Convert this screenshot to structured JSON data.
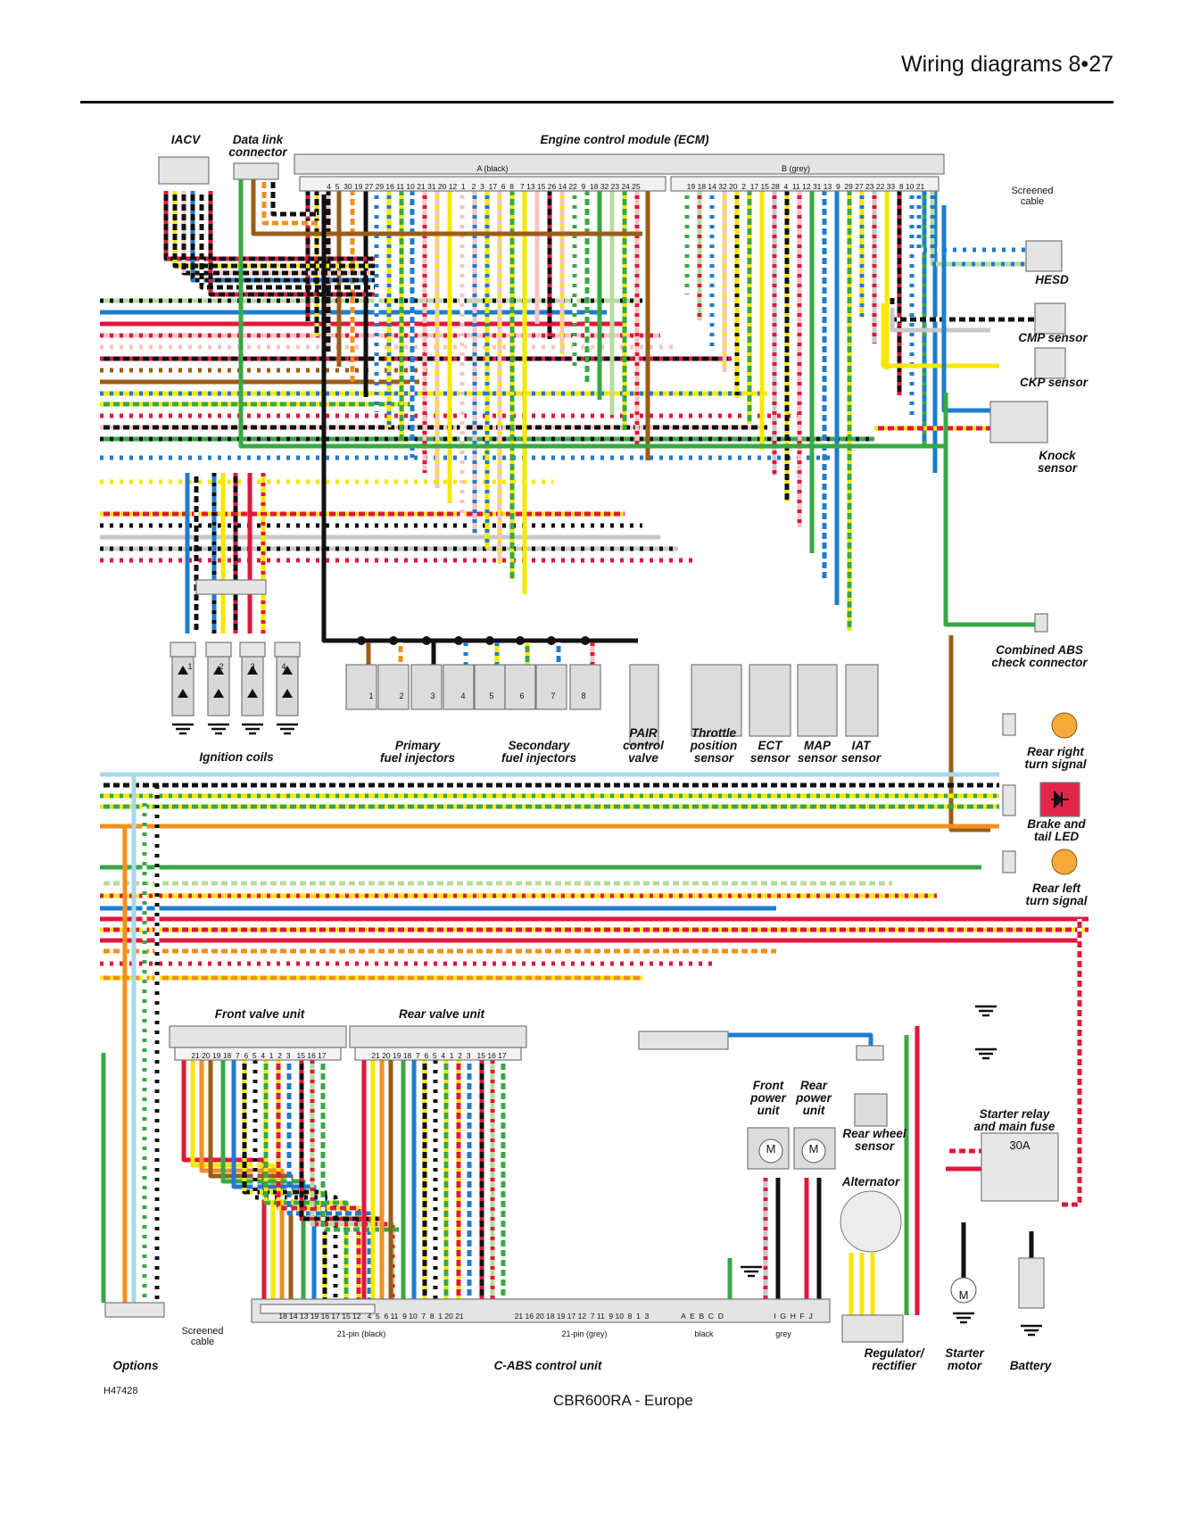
{
  "header": {
    "title": "Wiring diagrams  8•27"
  },
  "footer": {
    "ref": "H47428",
    "model": "CBR600RA - Europe"
  },
  "colors": {
    "black": "#111111",
    "red": "#e2173b",
    "blue": "#1f7ccc",
    "green": "#38a845",
    "yellow": "#f6e800",
    "pink": "#f5c4c4",
    "brown": "#9a5d18",
    "orange": "#f0901e",
    "grey": "#c8c8c8",
    "light_green": "#b6dca0",
    "light_blue": "#a6d8ec",
    "white": "#ffffff"
  },
  "components": {
    "iacv": "IACV",
    "data_link": "Data link\nconnector",
    "ecm": "Engine control module (ECM)",
    "ecm_a": "A (black)",
    "ecm_b": "B (grey)",
    "ecm_a_pins": "4  5  30 19 27 29 16 11 10 21 31 20 12  1   2  3  17  6  8   7 13 15 26 14 22  9  18 32 23 24 25",
    "ecm_b_pins": "19 18 14 32 20  2  17 15 28  4  11 12 31 13  9  29 27 23 22 33  8 10 21",
    "screened_cable_top": "Screened\ncable",
    "hesd": "HESD",
    "cmp": "CMP sensor",
    "ckp": "CKP sensor",
    "knock": "Knock\nsensor",
    "ignition_coils": "Ignition coils",
    "coil_numbers": [
      "1",
      "2",
      "3",
      "4"
    ],
    "injector_numbers": [
      "1",
      "2",
      "3",
      "4",
      "5",
      "6",
      "7",
      "8"
    ],
    "primary_injectors": "Primary\nfuel injectors",
    "secondary_injectors": "Secondary\nfuel injectors",
    "pair": "PAIR\ncontrol\nvalve",
    "tps": "Throttle\nposition\nsensor",
    "ect": "ECT\nsensor",
    "map": "MAP\nsensor",
    "iat": "IAT\nsensor",
    "combined_abs": "Combined ABS\ncheck connector",
    "rear_right": "Rear right\nturn signal",
    "brake_tail": "Brake and\ntail LED",
    "rear_left": "Rear left\nturn signal",
    "front_valve": "Front valve unit",
    "rear_valve": "Rear valve unit",
    "front_valve_pins": "21 20 19 18  7  6  5  4  1  2  3   15 16 17",
    "rear_valve_pins": "21 20 19 18  7  6  5  4  1  2  3   15 16 17",
    "front_power": "Front\npower\nunit",
    "rear_power": "Rear\npower\nunit",
    "rear_wheel_sensor": "Rear wheel\nsensor",
    "alternator": "Alternator",
    "starter_relay": "Starter relay\nand main fuse",
    "fuse_rating": "30A",
    "regulator": "Regulator/\nrectifier",
    "starter_motor": "Starter\nmotor",
    "battery": "Battery",
    "options": "Options",
    "screened_cable_bottom": "Screened\ncable",
    "cabs": "C-ABS control unit",
    "cabs_21_black": "21-pin (black)",
    "cabs_21_grey": "21-pin (grey)",
    "cabs_black": "black",
    "cabs_grey": "grey",
    "cabs_pins_1": "18 14 13 19 16 17 15 12   4  5  6 11  9 10  7  8  1 20 21",
    "cabs_pins_2": "21 16 20 18 19 17 12  7 11  9 10  8  1  3",
    "cabs_pins_3": "A  E  B  C  D",
    "cabs_pins_4": "I  G  H  F  J",
    "motor_symbol": "M"
  }
}
